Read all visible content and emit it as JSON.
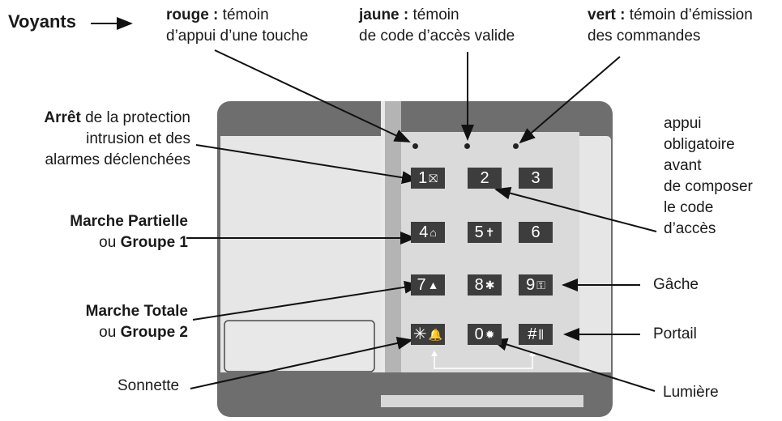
{
  "title": "Voyants",
  "leds": {
    "rouge": {
      "name": "rouge :",
      "text1": "témoin",
      "text2": "d’appui d’une touche"
    },
    "jaune": {
      "name": "jaune :",
      "text1": "témoin",
      "text2": "de code d’accès valide"
    },
    "vert": {
      "name": "vert :",
      "text1": "témoin d’émission",
      "text2": "des commandes"
    }
  },
  "labels": {
    "arret": {
      "bold": "Arrêt",
      "l1": "de la protection",
      "l2": "intrusion et des",
      "l3": "alarmes déclenchées"
    },
    "partielle": {
      "l1": "Marche Partielle",
      "l2pre": "ou",
      "l2bold": "Groupe 1"
    },
    "totale": {
      "l1": "Marche Totale",
      "l2pre": "ou",
      "l2bold": "Groupe 2"
    },
    "sonnette": "Sonnette",
    "appui": [
      "appui",
      "obligatoire",
      "avant",
      "de composer",
      "le code",
      "d’accès"
    ],
    "gache": "Gâche",
    "portail": "Portail",
    "lumiere": "Lumière"
  },
  "keys": [
    {
      "num": "1",
      "icon": "⛝"
    },
    {
      "num": "2",
      "icon": ""
    },
    {
      "num": "3",
      "icon": ""
    },
    {
      "num": "4",
      "icon": "⌂"
    },
    {
      "num": "5",
      "icon": "✝"
    },
    {
      "num": "6",
      "icon": ""
    },
    {
      "num": "7",
      "icon": "▲"
    },
    {
      "num": "8",
      "icon": "✱"
    },
    {
      "num": "9",
      "icon": "⚿"
    },
    {
      "num": "✳",
      "icon": "🔔"
    },
    {
      "num": "0",
      "icon": "✹"
    },
    {
      "num": "#",
      "icon": "⫼"
    }
  ]
}
